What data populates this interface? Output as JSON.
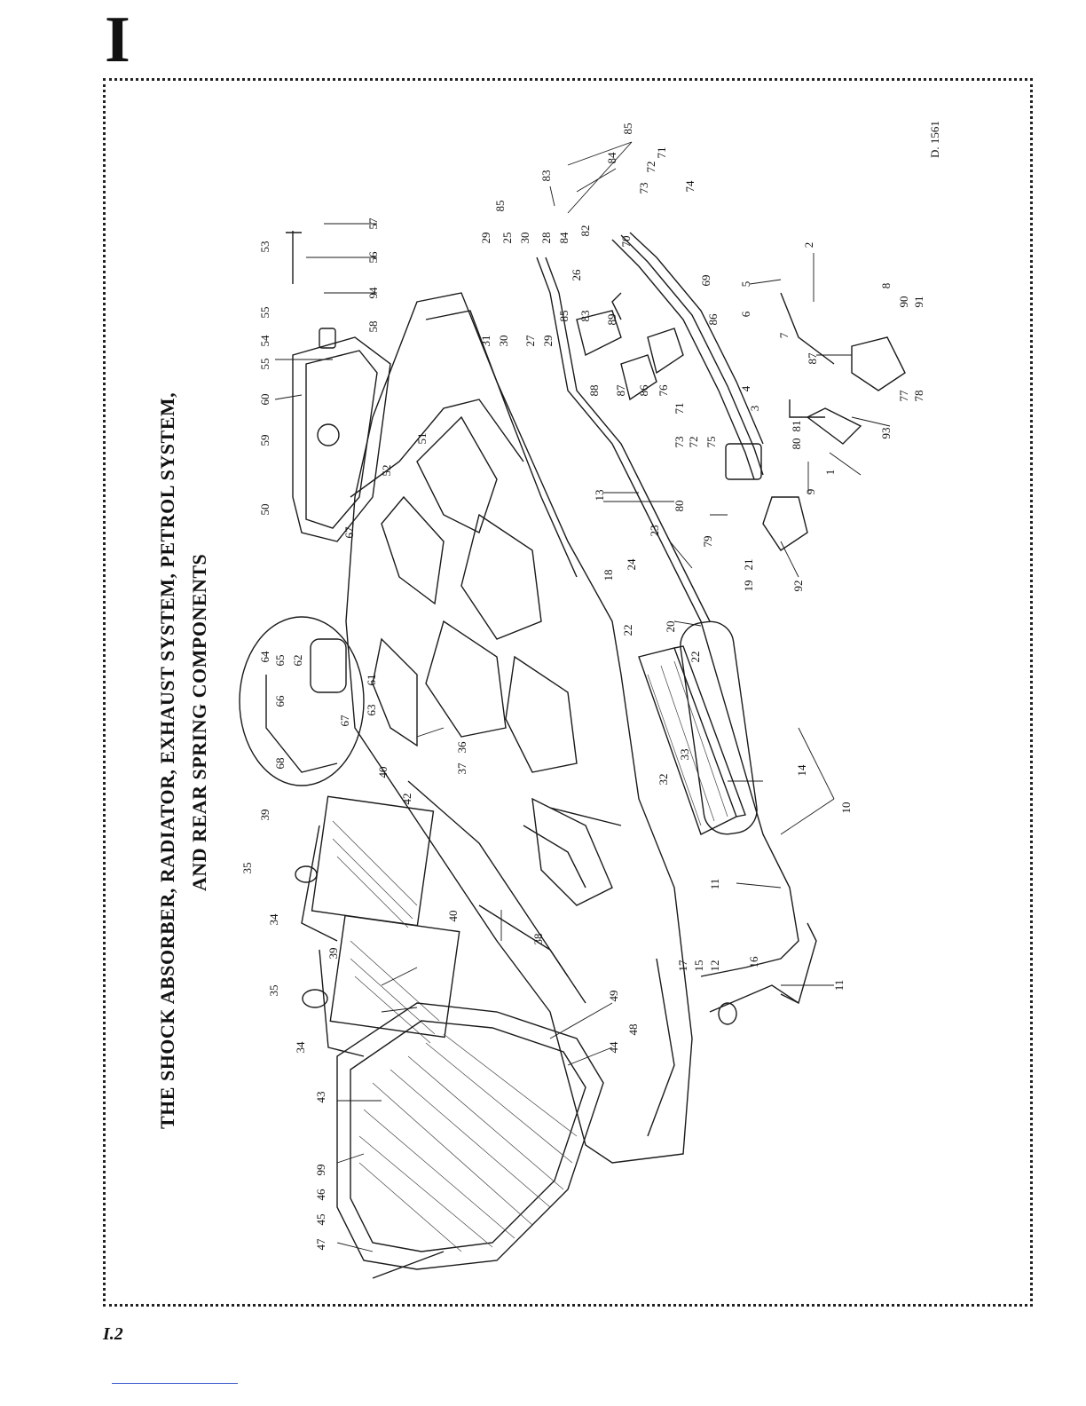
{
  "section_letter": "I",
  "title_lines": [
    "THE SHOCK ABSORBER, RADIATOR, EXHAUST SYSTEM, PETROL SYSTEM,",
    "AND REAR SPRING COMPONENTS"
  ],
  "drawing_ref": "D. 1561",
  "page_number": "I.2",
  "callouts": [
    {
      "id": "c85a",
      "label": "85"
    },
    {
      "id": "c84a",
      "label": "84"
    },
    {
      "id": "c83a",
      "label": "83"
    },
    {
      "id": "c85b",
      "label": "85"
    },
    {
      "id": "c71a",
      "label": "71"
    },
    {
      "id": "c72a",
      "label": "72"
    },
    {
      "id": "c73a",
      "label": "73"
    },
    {
      "id": "c74",
      "label": "74"
    },
    {
      "id": "c57",
      "label": "57"
    },
    {
      "id": "c53",
      "label": "53"
    },
    {
      "id": "c56",
      "label": "56"
    },
    {
      "id": "c94",
      "label": "94"
    },
    {
      "id": "c29a",
      "label": "29"
    },
    {
      "id": "c25",
      "label": "25"
    },
    {
      "id": "c30a",
      "label": "30"
    },
    {
      "id": "c28",
      "label": "28"
    },
    {
      "id": "c84b",
      "label": "84"
    },
    {
      "id": "c82",
      "label": "82"
    },
    {
      "id": "c70",
      "label": "70"
    },
    {
      "id": "c26",
      "label": "26"
    },
    {
      "id": "c2",
      "label": "2"
    },
    {
      "id": "c55a",
      "label": "55"
    },
    {
      "id": "c54",
      "label": "54"
    },
    {
      "id": "c55b",
      "label": "55"
    },
    {
      "id": "c58",
      "label": "58"
    },
    {
      "id": "c31",
      "label": "31"
    },
    {
      "id": "c30b",
      "label": "30"
    },
    {
      "id": "c85c",
      "label": "85"
    },
    {
      "id": "c83b",
      "label": "83"
    },
    {
      "id": "c69",
      "label": "69"
    },
    {
      "id": "c5",
      "label": "5"
    },
    {
      "id": "c8",
      "label": "8"
    },
    {
      "id": "c6",
      "label": "6"
    },
    {
      "id": "c89",
      "label": "89"
    },
    {
      "id": "c86a",
      "label": "86"
    },
    {
      "id": "c7",
      "label": "7"
    },
    {
      "id": "c90",
      "label": "90"
    },
    {
      "id": "c91",
      "label": "91"
    },
    {
      "id": "c27",
      "label": "27"
    },
    {
      "id": "c29b",
      "label": "29"
    },
    {
      "id": "c87a",
      "label": "87"
    },
    {
      "id": "c60",
      "label": "60"
    },
    {
      "id": "c88",
      "label": "88"
    },
    {
      "id": "c87b",
      "label": "87"
    },
    {
      "id": "c86b",
      "label": "86"
    },
    {
      "id": "c76",
      "label": "76"
    },
    {
      "id": "c4",
      "label": "4"
    },
    {
      "id": "c3",
      "label": "3"
    },
    {
      "id": "c59",
      "label": "59"
    },
    {
      "id": "c71b",
      "label": "71"
    },
    {
      "id": "c77",
      "label": "77"
    },
    {
      "id": "c78",
      "label": "78"
    },
    {
      "id": "c93",
      "label": "93"
    },
    {
      "id": "c51",
      "label": "51"
    },
    {
      "id": "c52",
      "label": "52"
    },
    {
      "id": "c73b",
      "label": "73"
    },
    {
      "id": "c72b",
      "label": "72"
    },
    {
      "id": "c75",
      "label": "75"
    },
    {
      "id": "c80a",
      "label": "80"
    },
    {
      "id": "c81",
      "label": "81"
    },
    {
      "id": "c9",
      "label": "9"
    },
    {
      "id": "c1",
      "label": "1"
    },
    {
      "id": "c50",
      "label": "50"
    },
    {
      "id": "c13",
      "label": "13"
    },
    {
      "id": "c80b",
      "label": "80"
    },
    {
      "id": "c67a",
      "label": "67"
    },
    {
      "id": "c79",
      "label": "79"
    },
    {
      "id": "c23",
      "label": "23"
    },
    {
      "id": "c92",
      "label": "92"
    },
    {
      "id": "c24",
      "label": "24"
    },
    {
      "id": "c18",
      "label": "18"
    },
    {
      "id": "c21",
      "label": "21"
    },
    {
      "id": "c19",
      "label": "19"
    },
    {
      "id": "c64",
      "label": "64"
    },
    {
      "id": "c65",
      "label": "65"
    },
    {
      "id": "c62",
      "label": "62"
    },
    {
      "id": "c22a",
      "label": "22"
    },
    {
      "id": "c20",
      "label": "20"
    },
    {
      "id": "c22b",
      "label": "22"
    },
    {
      "id": "c61",
      "label": "61"
    },
    {
      "id": "c66",
      "label": "66"
    },
    {
      "id": "c63",
      "label": "63"
    },
    {
      "id": "c67b",
      "label": "67"
    },
    {
      "id": "c68",
      "label": "68"
    },
    {
      "id": "c40a",
      "label": "40"
    },
    {
      "id": "c36",
      "label": "36"
    },
    {
      "id": "c37",
      "label": "37"
    },
    {
      "id": "c33",
      "label": "33"
    },
    {
      "id": "c32",
      "label": "32"
    },
    {
      "id": "c14",
      "label": "14"
    },
    {
      "id": "c42",
      "label": "42"
    },
    {
      "id": "c39a",
      "label": "39"
    },
    {
      "id": "c10",
      "label": "10"
    },
    {
      "id": "c35a",
      "label": "35"
    },
    {
      "id": "c11a",
      "label": "11"
    },
    {
      "id": "c34a",
      "label": "34"
    },
    {
      "id": "c40b",
      "label": "40"
    },
    {
      "id": "c39b",
      "label": "39"
    },
    {
      "id": "c38",
      "label": "38"
    },
    {
      "id": "c17",
      "label": "17"
    },
    {
      "id": "c15",
      "label": "15"
    },
    {
      "id": "c12",
      "label": "12"
    },
    {
      "id": "c16",
      "label": "16"
    },
    {
      "id": "c11b",
      "label": "11"
    },
    {
      "id": "c35b",
      "label": "35"
    },
    {
      "id": "c49",
      "label": "49"
    },
    {
      "id": "c48",
      "label": "48"
    },
    {
      "id": "c34b",
      "label": "34"
    },
    {
      "id": "c44",
      "label": "44"
    },
    {
      "id": "c43",
      "label": "43"
    },
    {
      "id": "c99",
      "label": "99"
    },
    {
      "id": "c46",
      "label": "46"
    },
    {
      "id": "c45",
      "label": "45"
    },
    {
      "id": "c47",
      "label": "47"
    }
  ]
}
